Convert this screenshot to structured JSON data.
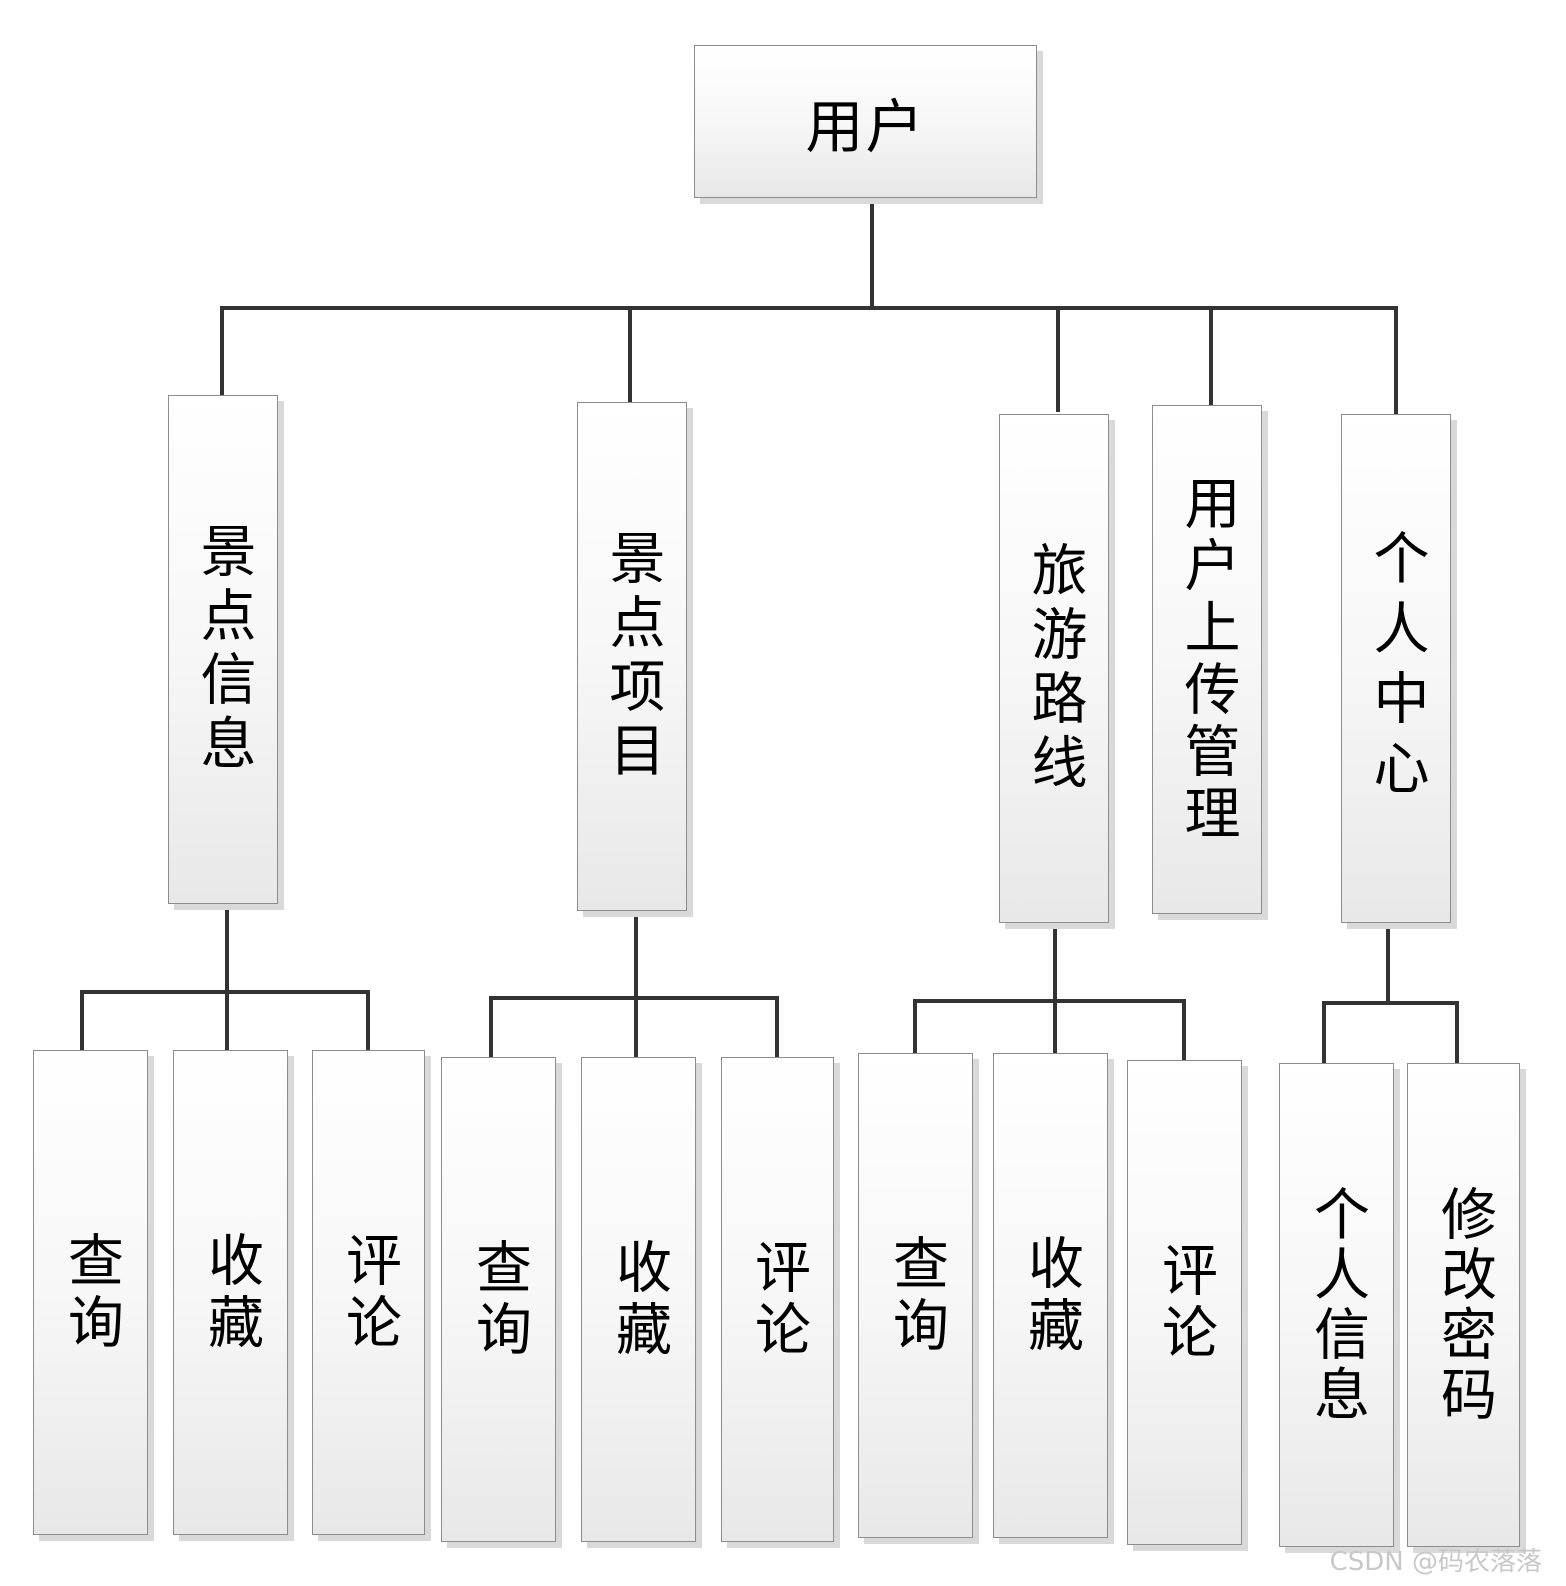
{
  "root": {
    "label": "用户"
  },
  "modules": [
    {
      "label": "景点信息",
      "children": [
        "查询",
        "收藏",
        "评论"
      ]
    },
    {
      "label": "景点项目",
      "children": [
        "查询",
        "收藏",
        "评论"
      ]
    },
    {
      "label": "旅游路线",
      "children": [
        "查询",
        "收藏",
        "评论"
      ]
    },
    {
      "label": "用户上传管理",
      "children": []
    },
    {
      "label": "个人中心",
      "children": [
        "个人信息",
        "修改密码"
      ]
    }
  ],
  "watermark": "CSDN @码农落落",
  "colors": {
    "line": "#333333",
    "box_border": "#8c8c8c",
    "box_fill_top": "#ffffff",
    "box_fill_bottom": "#e8e8e8"
  }
}
